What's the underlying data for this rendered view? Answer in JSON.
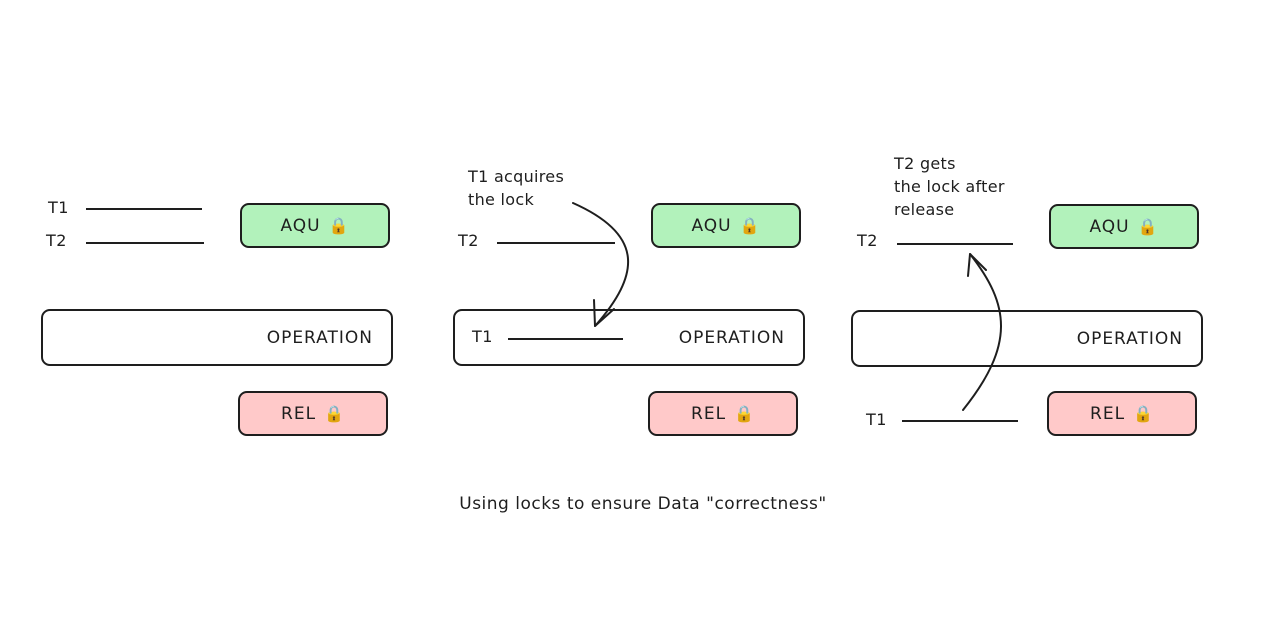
{
  "labels": {
    "t1": "T1",
    "t2": "T2"
  },
  "boxes": {
    "acquire": "AQU",
    "release": "REL",
    "operation": "OPERATION",
    "lock_glyph": "🔒"
  },
  "notes": {
    "t1_acquires": "T1 acquires\nthe lock",
    "t2_gets": "T2 gets\nthe lock after\nrelease"
  },
  "caption": "Using locks to ensure Data \"correctness\"",
  "colors": {
    "acquire": "#b2f2bb",
    "release": "#ffc9c9",
    "stroke": "#1e1e1e"
  }
}
